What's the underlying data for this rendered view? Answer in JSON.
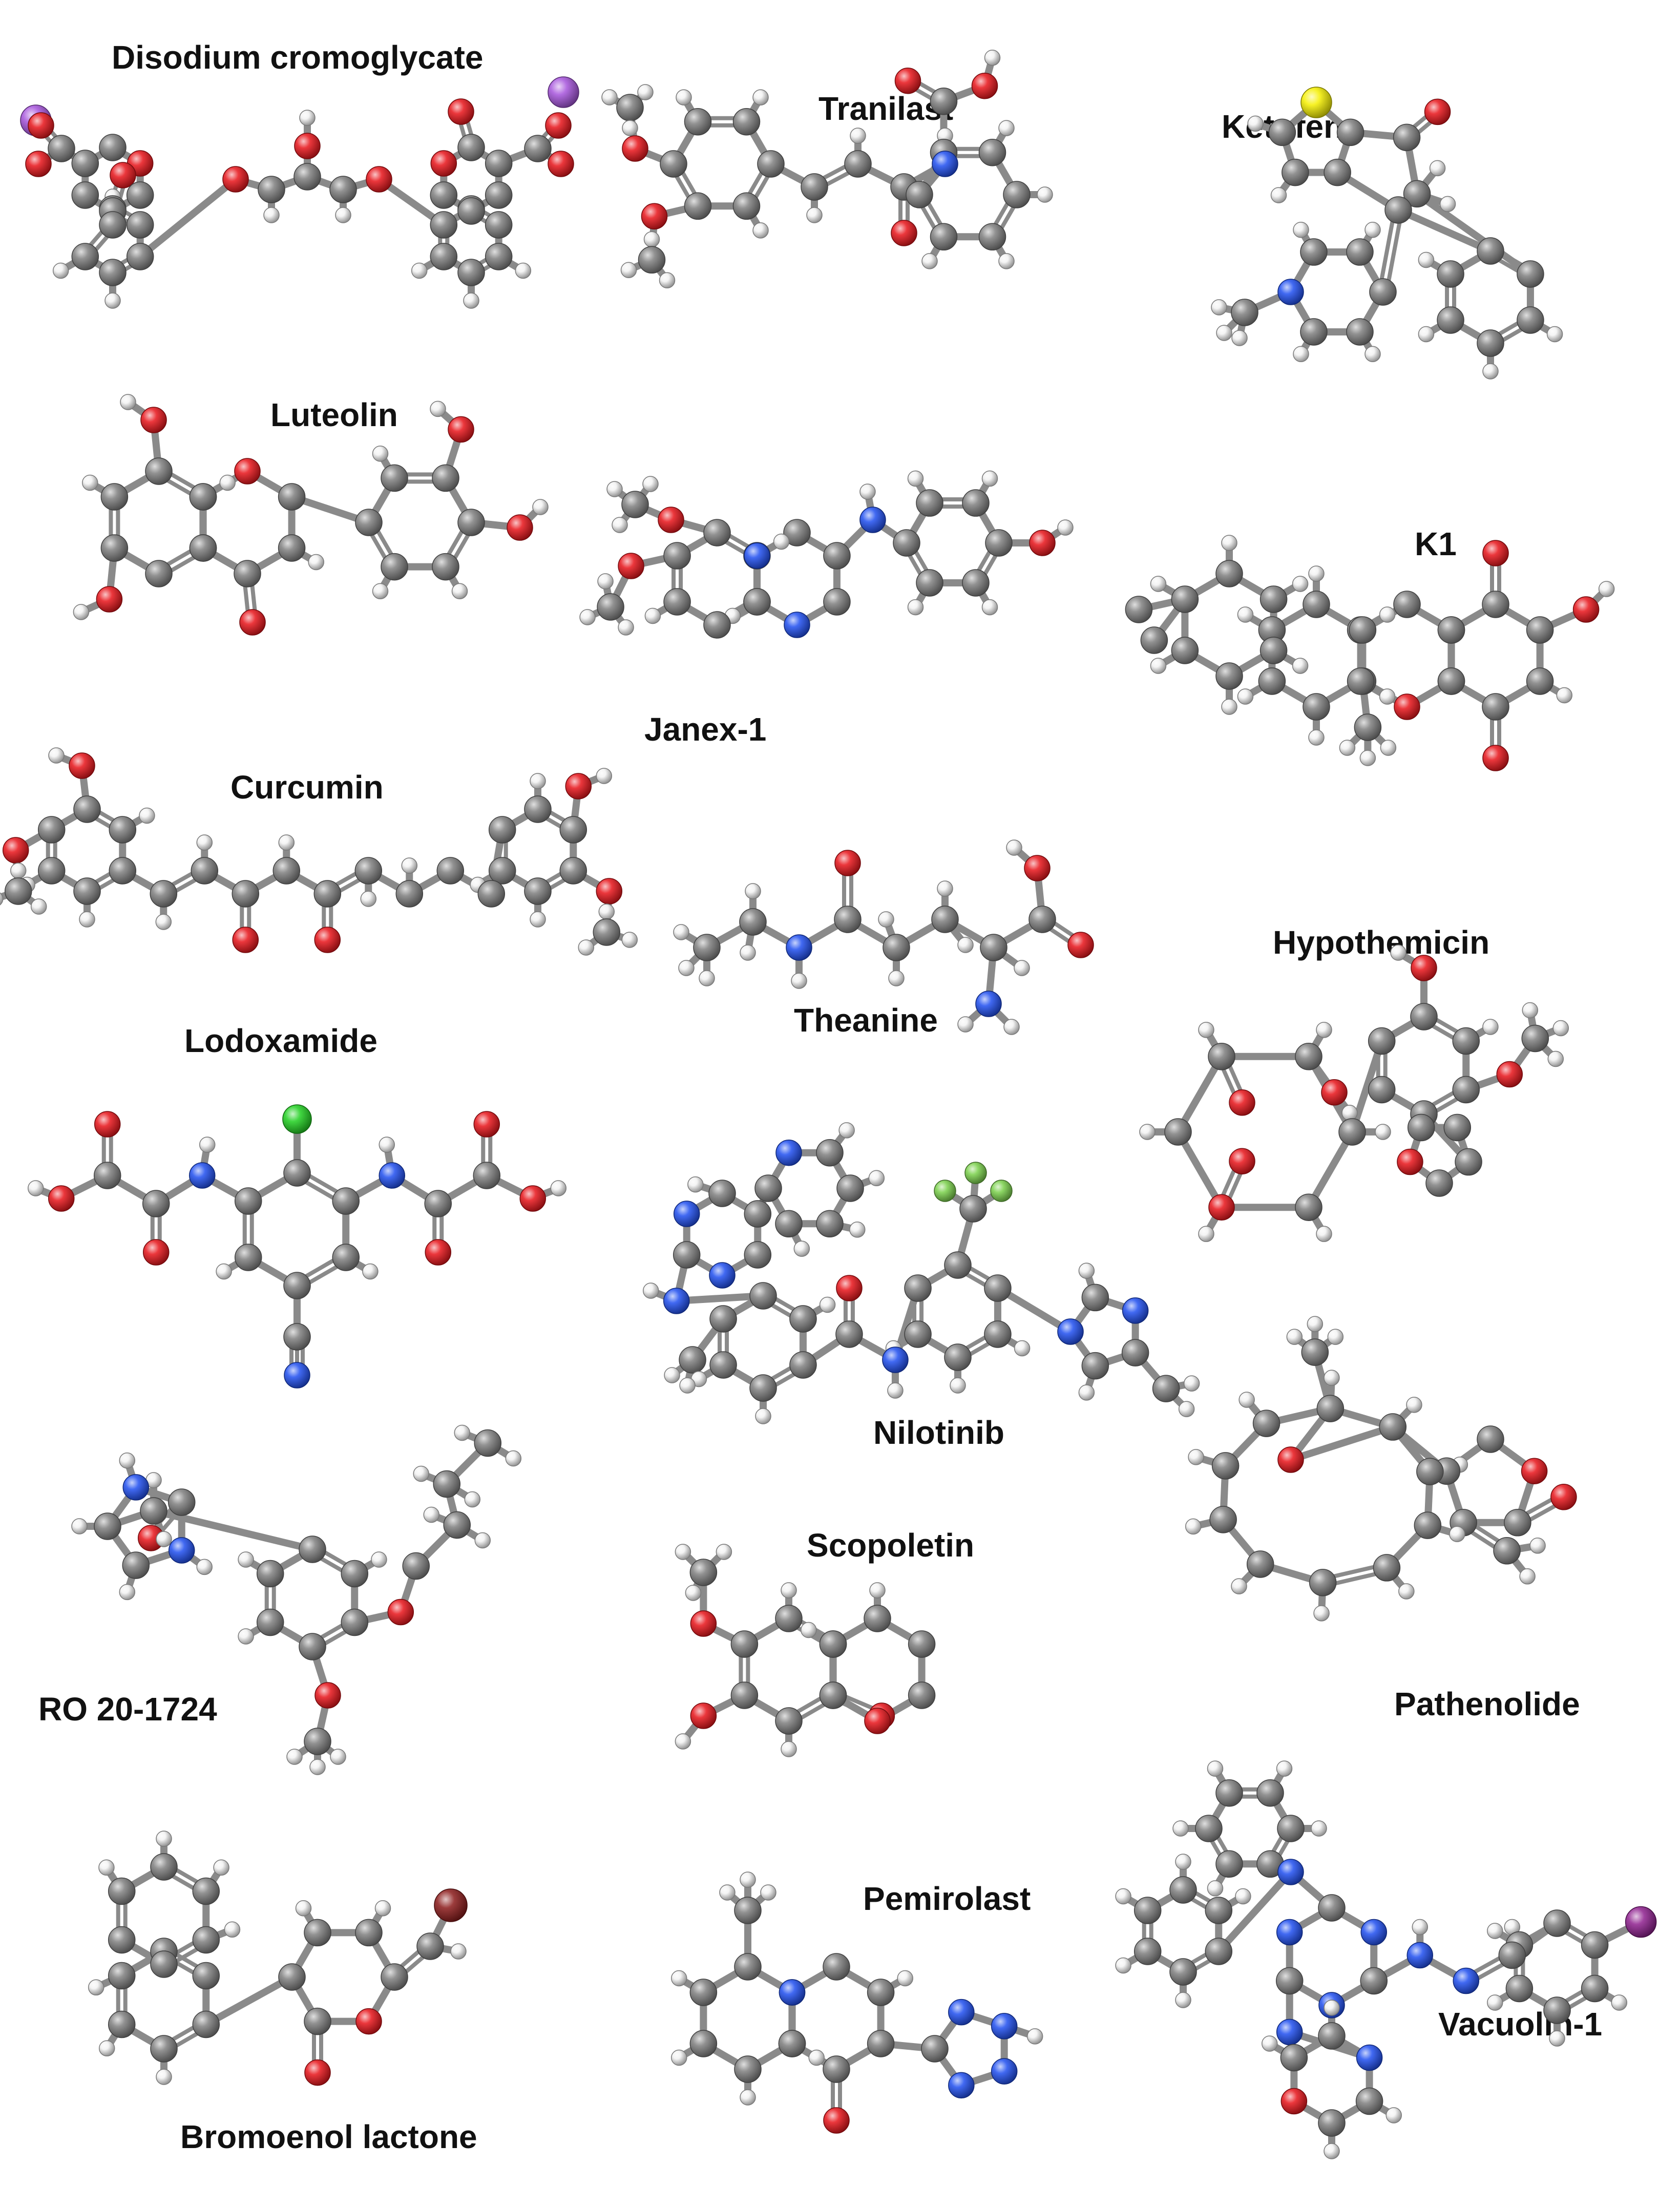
{
  "atom_colors": {
    "C": "#7f7f7f",
    "H": "#f2f2f2",
    "O": "#e8141a",
    "N": "#1f4ff0",
    "S": "#f5f000",
    "Cl": "#20d020",
    "F": "#79d04a",
    "Br": "#8b1a1a",
    "Na": "#a653dc",
    "I": "#8e1f8e"
  },
  "molecules": [
    {
      "key": "disodium_cromoglycate",
      "name": "Disodium cromoglycate"
    },
    {
      "key": "tranilast",
      "name": "Tranilast"
    },
    {
      "key": "ketofen",
      "name": "Ketofen"
    },
    {
      "key": "luteolin",
      "name": "Luteolin"
    },
    {
      "key": "janex_1",
      "name": "Janex-1"
    },
    {
      "key": "k1",
      "name": "K1"
    },
    {
      "key": "curcumin",
      "name": "Curcumin"
    },
    {
      "key": "theanine",
      "name": "Theanine"
    },
    {
      "key": "hypothemicin",
      "name": "Hypothemicin"
    },
    {
      "key": "lodoxamide",
      "name": "Lodoxamide"
    },
    {
      "key": "nilotinib",
      "name": "Nilotinib"
    },
    {
      "key": "pathenolide",
      "name": "Pathenolide"
    },
    {
      "key": "ro_20_1724",
      "name": "RO 20-1724"
    },
    {
      "key": "scopoletin",
      "name": "Scopoletin"
    },
    {
      "key": "bromoenol_lactone",
      "name": "Bromoenol lactone"
    },
    {
      "key": "pemirolast",
      "name": "Pemirolast"
    },
    {
      "key": "vacuolin_1",
      "name": "Vacuolin-1"
    }
  ]
}
